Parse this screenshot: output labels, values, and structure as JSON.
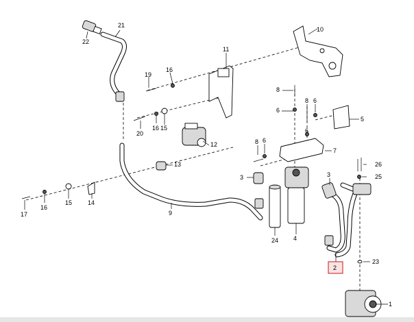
{
  "diagram": {
    "highlighted_part": "2",
    "highlight_color": "#d23c3c",
    "highlight_fill": "#fbe3e3",
    "callouts": [
      {
        "id": "c1",
        "label": "1"
      },
      {
        "id": "c2",
        "label": "2"
      },
      {
        "id": "c3a",
        "label": "3"
      },
      {
        "id": "c3b",
        "label": "3"
      },
      {
        "id": "c4",
        "label": "4"
      },
      {
        "id": "c5",
        "label": "5"
      },
      {
        "id": "c6a",
        "label": "6"
      },
      {
        "id": "c6b",
        "label": "6"
      },
      {
        "id": "c6c",
        "label": "6"
      },
      {
        "id": "c6d",
        "label": "6"
      },
      {
        "id": "c7",
        "label": "7"
      },
      {
        "id": "c8a",
        "label": "8"
      },
      {
        "id": "c8b",
        "label": "8"
      },
      {
        "id": "c8c",
        "label": "8"
      },
      {
        "id": "c9",
        "label": "9"
      },
      {
        "id": "c10",
        "label": "10"
      },
      {
        "id": "c11",
        "label": "11"
      },
      {
        "id": "c12",
        "label": "12"
      },
      {
        "id": "c13",
        "label": "13"
      },
      {
        "id": "c14",
        "label": "14"
      },
      {
        "id": "c15a",
        "label": "15"
      },
      {
        "id": "c15b",
        "label": "15"
      },
      {
        "id": "c16a",
        "label": "16"
      },
      {
        "id": "c16b",
        "label": "16"
      },
      {
        "id": "c16c",
        "label": "16"
      },
      {
        "id": "c17",
        "label": "17"
      },
      {
        "id": "c19",
        "label": "19"
      },
      {
        "id": "c20",
        "label": "20"
      },
      {
        "id": "c21",
        "label": "21"
      },
      {
        "id": "c22",
        "label": "22"
      },
      {
        "id": "c23",
        "label": "23"
      },
      {
        "id": "c24",
        "label": "24"
      },
      {
        "id": "c25",
        "label": "25"
      },
      {
        "id": "c26",
        "label": "26"
      }
    ]
  }
}
